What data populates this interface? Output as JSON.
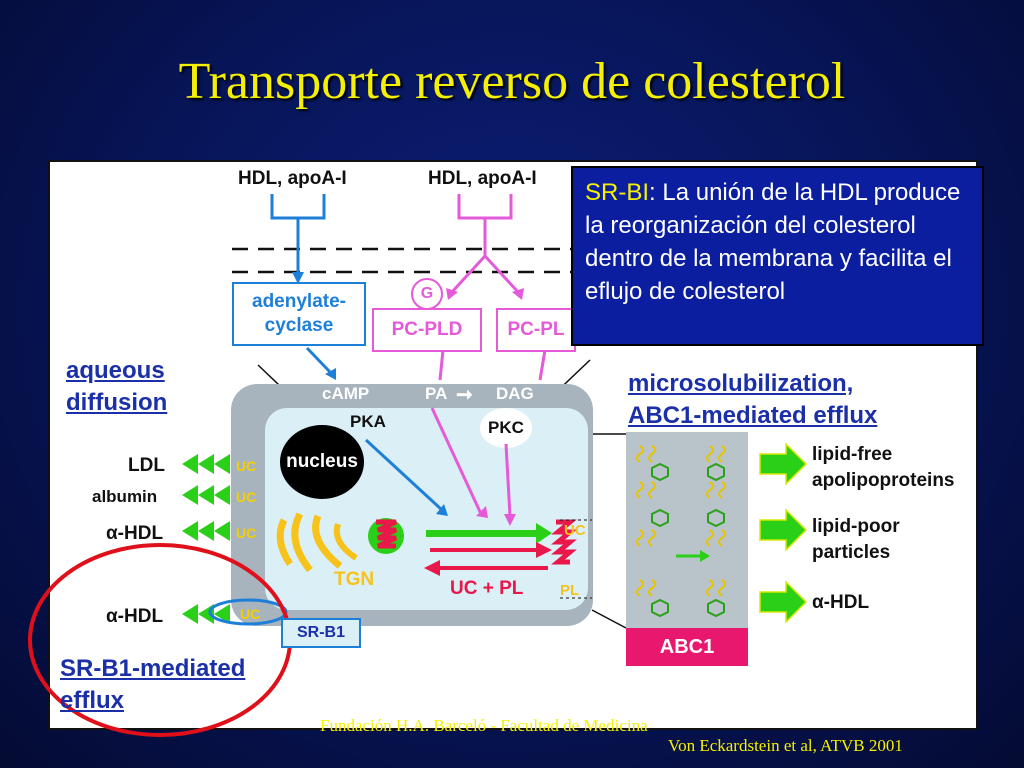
{
  "title": "Transporte reverso de colesterol",
  "diagram": {
    "signal_top_left": "HDL, apoA-I",
    "signal_top_right": "HDL, apoA-I",
    "adenylate_cyclase": "adenylate-\ncyclase",
    "g_protein": "G",
    "pc_pld": "PC-PLD",
    "pc_pl": "PC-PL",
    "camp": "cAMP",
    "pa": "PA",
    "dag": "DAG",
    "pka": "PKA",
    "pkc": "PKC",
    "nucleus": "nucleus",
    "tgn": "TGN",
    "uc_pl": "UC + PL",
    "uc": "UC",
    "pl": "PL",
    "aqueous_diffusion": "aqueous\ndiffusion",
    "ldl": "LDL",
    "albumin": "albumin",
    "alpha_hdl": "α-HDL",
    "sr_b1": "SR-B1",
    "sr_b1_efflux": "SR-B1-mediated\nefflux",
    "microsolubilization": "microsolubilization,\nABC1-mediated efflux",
    "lipid_free": "lipid-free\napolipoproteins",
    "lipid_poor": "lipid-poor\nparticles",
    "abc1": "ABC1"
  },
  "callout": {
    "term": "SR-BI",
    "text": ": La unión de la HDL produce la reorganización del colesterol dentro de la membrana y facilita el eflujo de colesterol"
  },
  "footer": {
    "source": "Fundación H.A. Barceló - Facultad de Medicina",
    "reference": "Von Eckardstein et al, ATVB 2001"
  },
  "colors": {
    "title": "#f4f000",
    "background": "#071456",
    "callout_bg": "#0c1ea0",
    "blue_pathway": "#1e7fd8",
    "pink_pathway": "#e45ad8",
    "green_arrow": "#29d017",
    "red_arrow": "#e8184a",
    "abc1": "#e8186e",
    "circle_highlight": "#e0101a"
  }
}
